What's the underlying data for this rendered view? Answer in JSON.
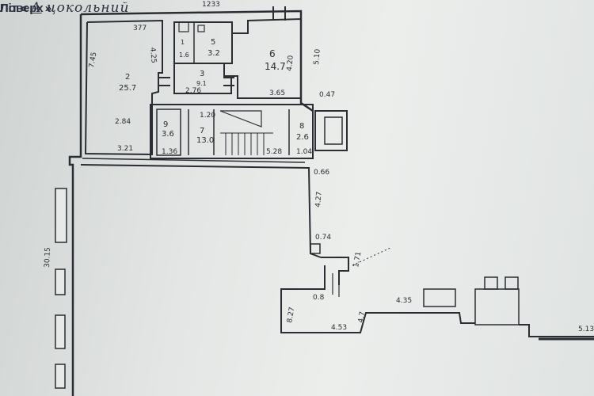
{
  "header": {
    "floor_label": "Поверх",
    "floor_value": "цокольний",
    "lit_label": "Літ",
    "lit_open": "«",
    "lit_value": "А",
    "lit_close": "»"
  },
  "dimensions": {
    "top_overall": "1233",
    "room1_top": "377",
    "room1_side": "7.45",
    "room1_inner": "4.25",
    "corridor_len": "2.84",
    "room1_bottom": "3.21",
    "room6_side": "4.20",
    "right_wall": "5.10",
    "room6_bottom": "3.65",
    "corner": "0.47",
    "stair_top": "1.20",
    "stair_bottom": "5.28",
    "room3_width": "2.76",
    "left_small": "1.36",
    "right_small": "1.04",
    "ext_top": "0.66",
    "ext_wall": "4.27",
    "ext_small": "0.74",
    "left_long": "30.15",
    "lower_a": "1.71",
    "lower_b": "0.8",
    "lower_c": "8.27",
    "lower_d": "4.53",
    "lower_e": "4.7",
    "lower_f": "4.35",
    "far_right": "5.13"
  },
  "rooms": [
    {
      "no": "2",
      "area": "25.7"
    },
    {
      "no": "1",
      "area": "1.6"
    },
    {
      "no": "5",
      "area": "3.2"
    },
    {
      "no": "3",
      "area": "9.1"
    },
    {
      "no": "6",
      "area": "14.7"
    },
    {
      "no": "9",
      "area": "3.6"
    },
    {
      "no": "7",
      "area": "13.0"
    },
    {
      "no": "8",
      "area": "2.6"
    }
  ]
}
